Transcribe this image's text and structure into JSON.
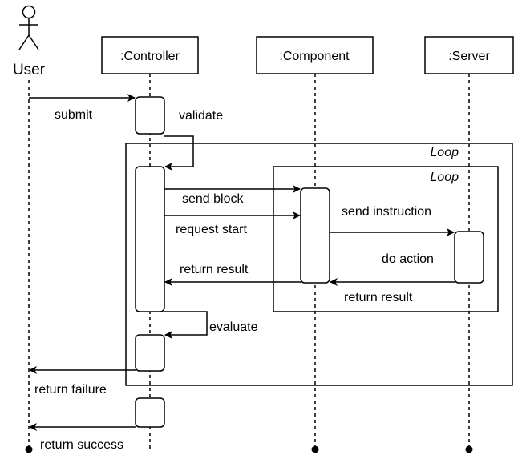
{
  "actor": {
    "label": "User"
  },
  "participants": {
    "controller": ":Controller",
    "component": ":Component",
    "server": ":Server"
  },
  "fragments": {
    "outer_loop": "Loop",
    "inner_loop": "Loop"
  },
  "messages": {
    "submit": "submit",
    "validate": "validate",
    "send_block": "send block",
    "request_start": "request start",
    "send_instruction": "send instruction",
    "do_action": "do action",
    "return_result_server": "return result",
    "return_result_component": "return result",
    "evaluate": "evaluate",
    "return_failure": "return failure",
    "return_success": "return success"
  }
}
